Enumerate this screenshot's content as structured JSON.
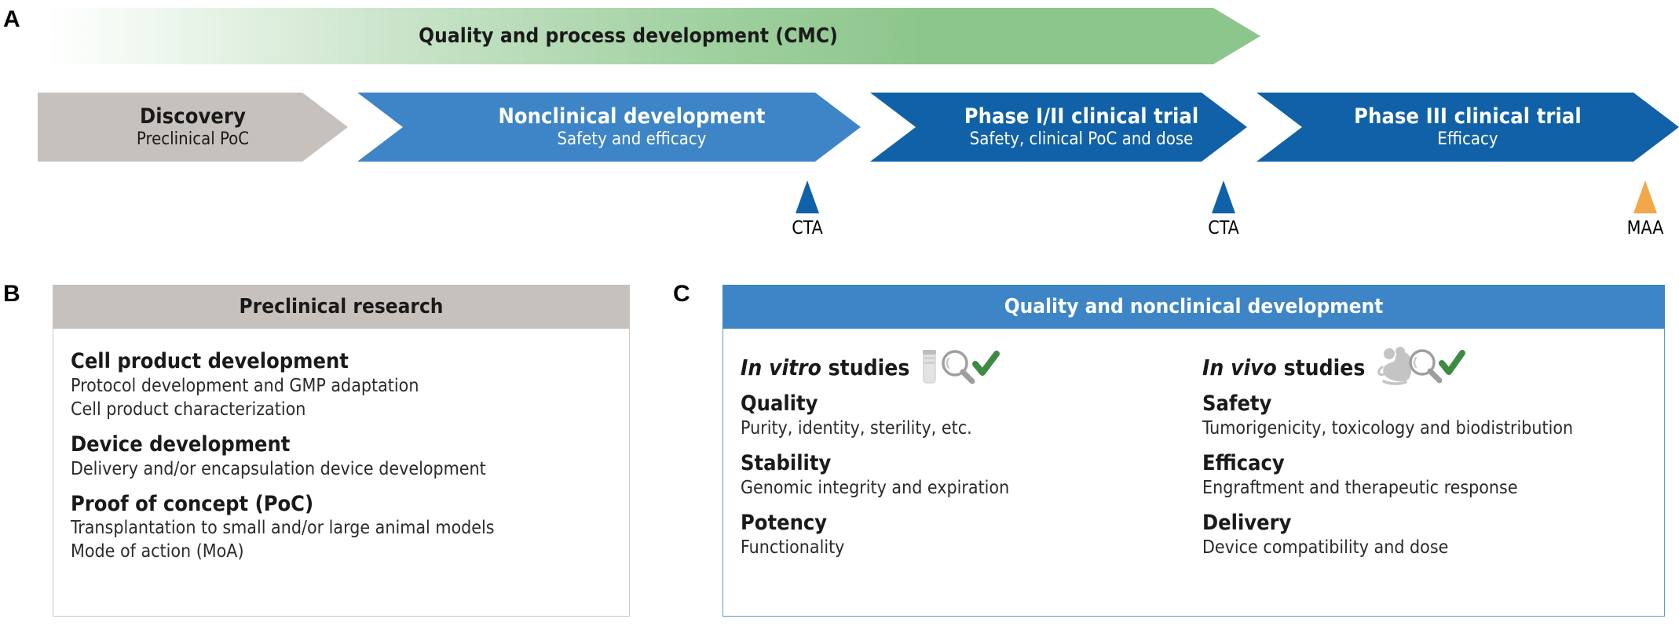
{
  "figure": {
    "panels": [
      "A",
      "B",
      "C"
    ]
  },
  "panel_a": {
    "letter": "A",
    "cmc_banner": {
      "label": "Quality and process development (CMC)",
      "color": "#8dc68d",
      "gradient_from": "#ffffff",
      "gradient_to": "#8dc68d"
    },
    "stages": [
      {
        "title": "Discovery",
        "subtitle": "Preclinical PoC",
        "color": "#c6c1bd",
        "text_color": "#1a1a1a"
      },
      {
        "title": "Nonclinical development",
        "subtitle": "Safety and efficacy",
        "color": "#3d85c6",
        "text_color": "#ffffff"
      },
      {
        "title": "Phase I/II clinical trial",
        "subtitle": "Safety, clinical PoC and dose",
        "color": "#1061a8",
        "text_color": "#ffffff"
      },
      {
        "title": "Phase III clinical trial",
        "subtitle": "Efficacy",
        "color": "#1061a8",
        "text_color": "#ffffff"
      }
    ],
    "markers": [
      {
        "label": "CTA",
        "color": "#1061a8"
      },
      {
        "label": "CTA",
        "color": "#1061a8"
      },
      {
        "label": "MAA",
        "color": "#f2a74b"
      }
    ]
  },
  "panel_b": {
    "letter": "B",
    "header": "Preclinical research",
    "header_color": "#c6c1bd",
    "groups": [
      {
        "heading": "Cell product development",
        "lines": [
          "Protocol development and GMP adaptation",
          "Cell product characterization"
        ]
      },
      {
        "heading": "Device development",
        "lines": [
          "Delivery and/or encapsulation device development"
        ]
      },
      {
        "heading": "Proof of concept (PoC)",
        "lines": [
          "Transplantation to small and/or large animal models",
          "Mode of action (MoA)"
        ]
      }
    ]
  },
  "panel_c": {
    "letter": "C",
    "header": "Quality and nonclinical development",
    "header_color": "#3d85c6",
    "columns": [
      {
        "title_italic": "In vitro",
        "title_rest": " studies",
        "icons": [
          "vial-icon",
          "magnifier-icon",
          "check-icon"
        ],
        "groups": [
          {
            "heading": "Quality",
            "line": "Purity, identity, sterility, etc."
          },
          {
            "heading": "Stability",
            "line": "Genomic integrity and expiration"
          },
          {
            "heading": "Potency",
            "line": "Functionality"
          }
        ]
      },
      {
        "title_italic": "In vivo",
        "title_rest": " studies",
        "icons": [
          "mouse-icon",
          "magnifier-icon",
          "check-icon"
        ],
        "groups": [
          {
            "heading": "Safety",
            "line": "Tumorigenicity, toxicology and biodistribution"
          },
          {
            "heading": "Efficacy",
            "line": "Engraftment and therapeutic response"
          },
          {
            "heading": "Delivery",
            "line": "Device compatibility and dose"
          }
        ]
      }
    ]
  },
  "colors": {
    "green": "#8dc68d",
    "gray": "#c6c1bd",
    "blue_mid": "#3d85c6",
    "blue_dark": "#1061a8",
    "orange": "#f2a74b",
    "check_green": "#3d8b43",
    "icon_gray": "#c4c4c4"
  }
}
